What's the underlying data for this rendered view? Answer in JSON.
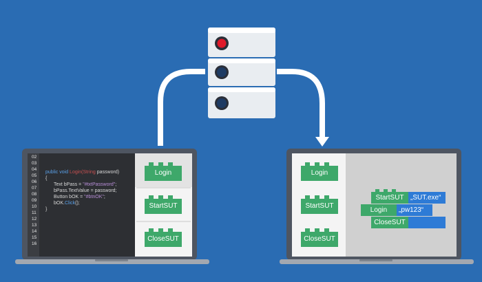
{
  "colors": {
    "background": "#2a6cb3",
    "brick_green": "#3ea86a",
    "brick_blue": "#2e7bd6",
    "server_light": "#e9edf1",
    "server_red_light": "#e01a2a"
  },
  "left_laptop": {
    "line_numbers": [
      "02",
      "03",
      "04",
      "05",
      "06",
      "07",
      "08",
      "09",
      "10",
      "11",
      "12",
      "13",
      "14",
      "15",
      "16"
    ],
    "code": {
      "l05_kw1": "public",
      "l05_kw2": "void",
      "l05_fn": "Login(",
      "l05_kw3": "String",
      "l05_rest": "password)",
      "l06": "{",
      "l07_a": "Text bPass = ",
      "l07_str": "\"#txtPassword\"",
      "l07_b": ";",
      "l08": "bPass.TextValue = password;",
      "l09_a": "Button bOK = ",
      "l09_str": "\"#btnOK\"",
      "l09_b": ";",
      "l10_a": "bOK.",
      "l10_kw": "Click",
      "l10_b": "();",
      "l11": "}"
    },
    "bricks": [
      "Login",
      "StartSUT",
      "CloseSUT"
    ]
  },
  "right_laptop": {
    "bricks": [
      "Login",
      "StartSUT",
      "CloseSUT"
    ],
    "workflow": {
      "start_sut": "StartSUT",
      "start_sut_value": "„SUT.exe“",
      "login": "Login",
      "login_value": "„pw123“",
      "close_sut": "CloseSUT"
    }
  }
}
